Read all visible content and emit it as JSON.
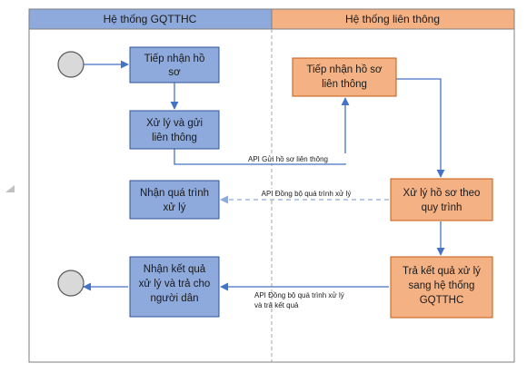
{
  "lanes": {
    "left": {
      "title": "Hệ thống GQTTHC",
      "header_color": "#8ea9db",
      "body_color": "#ffffff"
    },
    "right": {
      "title": "Hệ thống liên thông",
      "header_color": "#f4b183",
      "body_color": "#ffffff"
    }
  },
  "nodes": {
    "receive_dossier": {
      "lines": [
        "Tiếp nhận hồ",
        "sơ"
      ]
    },
    "process_send": {
      "lines": [
        "Xử lý và gửi",
        "liên thông"
      ]
    },
    "receive_process": {
      "lines": [
        "Nhận quá trình",
        "xử lý"
      ]
    },
    "receive_result": {
      "lines": [
        "Nhận kết quả",
        "xử lý và trả cho",
        "người dân"
      ]
    },
    "receive_linked": {
      "lines": [
        "Tiếp nhận hồ sơ",
        "liên thông"
      ]
    },
    "process_by_procedure": {
      "lines": [
        "Xử lý hồ sơ theo",
        "quy trình"
      ]
    },
    "return_result": {
      "lines": [
        "Trả kết quả xử lý",
        "sang hệ thống",
        "GQTTHC"
      ]
    }
  },
  "edges": {
    "api_send": {
      "lines": [
        "API Gửi hồ sơ liên thông"
      ]
    },
    "api_sync": {
      "lines": [
        "API Đồng bộ quá trình xử lý"
      ]
    },
    "api_sync_result": {
      "lines": [
        "API Đồng bộ quá trình xử lý",
        "và trả kết quả"
      ]
    }
  },
  "colors": {
    "left_node": "#8ea9db",
    "right_node": "#f4b183",
    "arrow": "#4472c4",
    "dashed_arrow": "#8eaadb",
    "start_end_fill": "#d9d9d9"
  }
}
